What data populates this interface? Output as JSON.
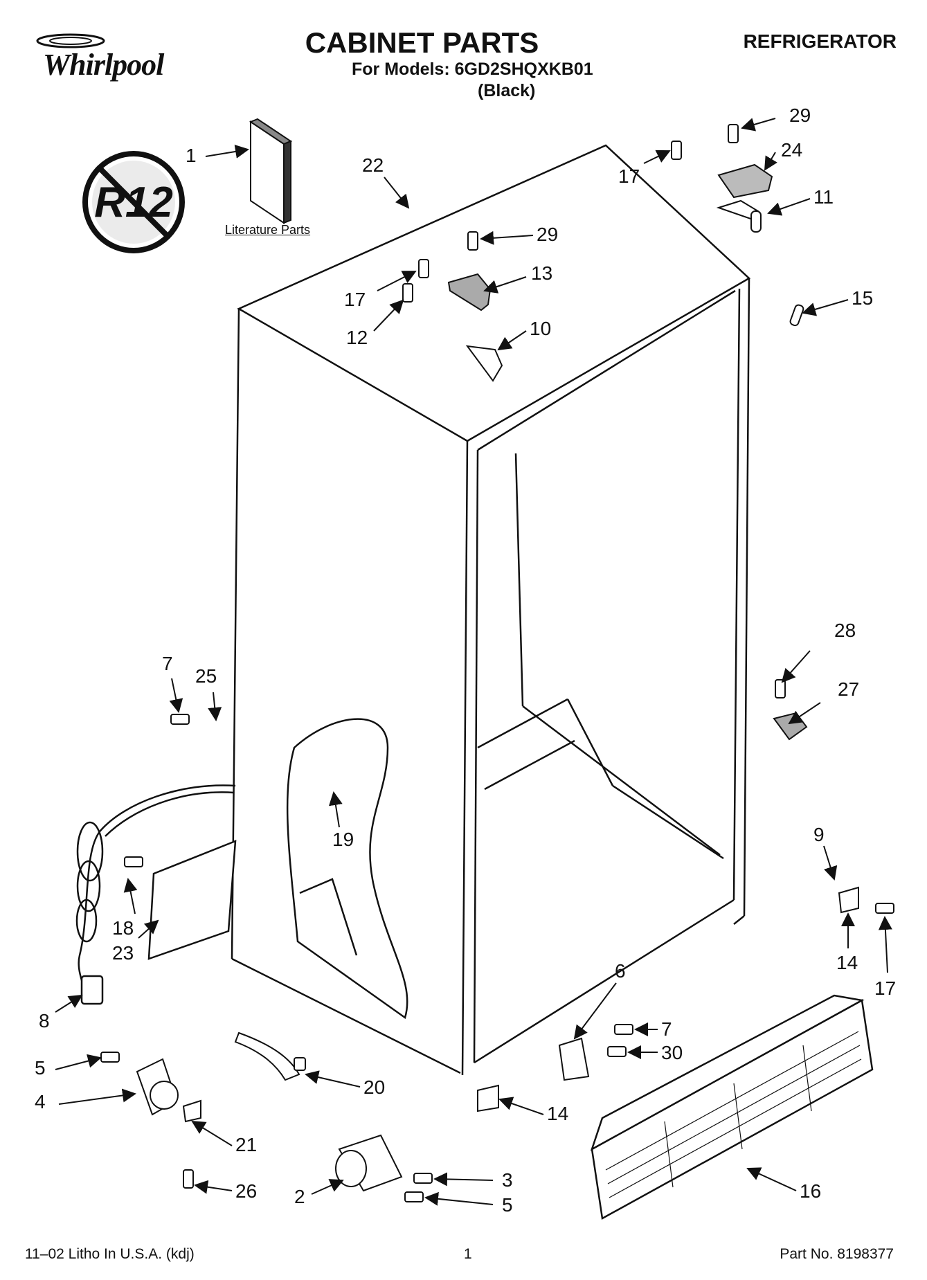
{
  "header": {
    "brand": "Whirlpool",
    "title": "CABINET PARTS",
    "models_line": "For Models: 6GD2SHQXKB01",
    "color_line": "(Black)",
    "product": "REFRIGERATOR"
  },
  "badge": {
    "text": "R12",
    "icon": "no-r12-prohibition-icon"
  },
  "literature_label": "Literature Parts",
  "callouts": [
    {
      "id": "1",
      "label": "1"
    },
    {
      "id": "22",
      "label": "22"
    },
    {
      "id": "29a",
      "label": "29"
    },
    {
      "id": "17a",
      "label": "17"
    },
    {
      "id": "24",
      "label": "24"
    },
    {
      "id": "11",
      "label": "11"
    },
    {
      "id": "29b",
      "label": "29"
    },
    {
      "id": "13",
      "label": "13"
    },
    {
      "id": "17b",
      "label": "17"
    },
    {
      "id": "12",
      "label": "12"
    },
    {
      "id": "10",
      "label": "10"
    },
    {
      "id": "15",
      "label": "15"
    },
    {
      "id": "28",
      "label": "28"
    },
    {
      "id": "27",
      "label": "27"
    },
    {
      "id": "7a",
      "label": "7"
    },
    {
      "id": "25",
      "label": "25"
    },
    {
      "id": "19",
      "label": "19"
    },
    {
      "id": "9",
      "label": "9"
    },
    {
      "id": "18",
      "label": "18"
    },
    {
      "id": "23",
      "label": "23"
    },
    {
      "id": "14a",
      "label": "14"
    },
    {
      "id": "17c",
      "label": "17"
    },
    {
      "id": "8",
      "label": "8"
    },
    {
      "id": "6",
      "label": "6"
    },
    {
      "id": "7b",
      "label": "7"
    },
    {
      "id": "30",
      "label": "30"
    },
    {
      "id": "5a",
      "label": "5"
    },
    {
      "id": "20",
      "label": "20"
    },
    {
      "id": "4",
      "label": "4"
    },
    {
      "id": "14b",
      "label": "14"
    },
    {
      "id": "21",
      "label": "21"
    },
    {
      "id": "16",
      "label": "16"
    },
    {
      "id": "3",
      "label": "3"
    },
    {
      "id": "26",
      "label": "26"
    },
    {
      "id": "2",
      "label": "2"
    },
    {
      "id": "5b",
      "label": "5"
    }
  ],
  "footer": {
    "left": "11–02 Litho In U.S.A. (kdj)",
    "page": "1",
    "part_no": "Part No. 8198377"
  }
}
